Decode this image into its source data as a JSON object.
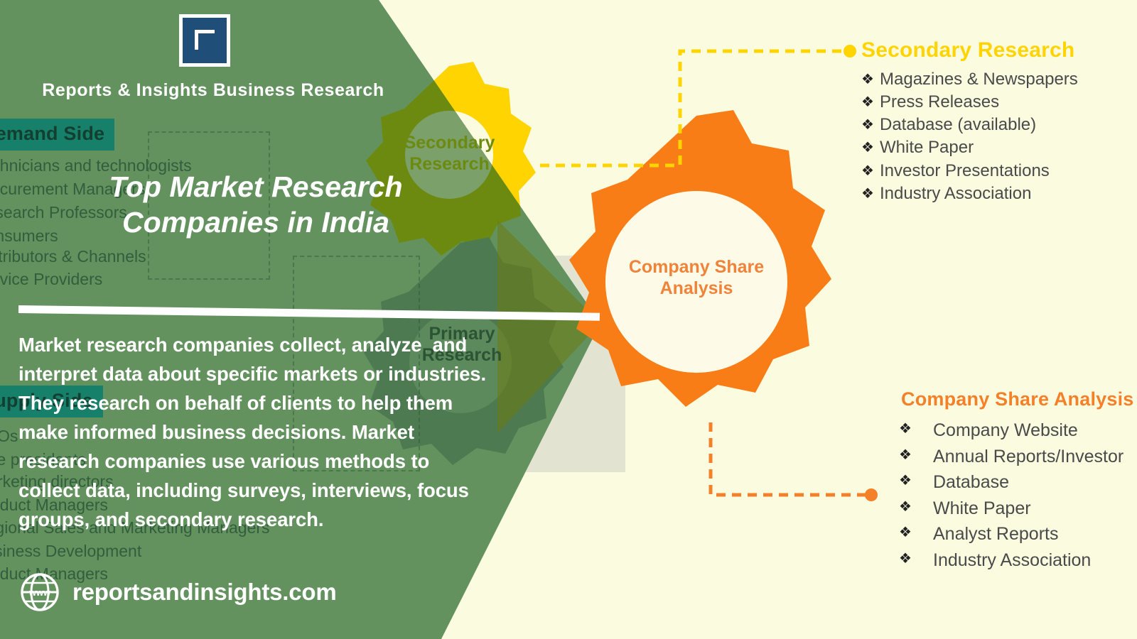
{
  "colors": {
    "canvas": "#fbfbe0",
    "green_panel": "#63925f",
    "green_dark_overlay": "#4f7a50",
    "teal_chip": "#17806b",
    "logo_blue": "#1f4e79",
    "gear_yellow": "#ffd400",
    "gear_olive": "#6d8a10",
    "gear_green": "#4d7a4f",
    "gear_orange": "#f97d16",
    "secondary_title": "#ffd400",
    "csa_title": "#f4802a",
    "csa_center_text": "#f0833a",
    "bullet_text": "#4a4a4a",
    "white": "#ffffff"
  },
  "brand": {
    "logo_icon": "nested-square-logo-icon",
    "name": "Reports & Insights Business Research"
  },
  "headline": "Top Market Research Companies in India",
  "body_copy": "Market research companies collect, analyze, and interpret data about specific markets or industries. They research on behalf of clients to help them make informed business decisions. Market research companies use various methods to collect data, including surveys, interviews, focus groups, and secondary research.",
  "footer": {
    "globe_icon": "globe-www-icon",
    "url": "reportsandinsights.com"
  },
  "gears": [
    {
      "id": "secondary",
      "label": "Secondary\nResearch",
      "line1": "Secondary",
      "line2": "Research",
      "color": "#ffd400"
    },
    {
      "id": "primary",
      "label": "Primary\nResearch",
      "line1": "Primary",
      "line2": "Research",
      "color": "#4d7a4f"
    },
    {
      "id": "company-share",
      "label": "Company Share\nAnalysis",
      "line1": "Company Share",
      "line2": "Analysis",
      "color": "#f97d16"
    }
  ],
  "gear_labels": {
    "secondary_line1": "Secondary",
    "secondary_line2": "Research",
    "primary_line1": "Primary",
    "primary_line2": "Research",
    "csa_line1": "Company Share",
    "csa_line2": "Analysis"
  },
  "panels": {
    "secondary_research": {
      "title": "Secondary Research",
      "bullet_glyph": "❖",
      "items": [
        "Magazines & Newspapers",
        "Press Releases",
        "Database (available)",
        "White Paper",
        "Investor Presentations",
        "Industry Association"
      ]
    },
    "company_share_analysis": {
      "title": "Company Share Analysis",
      "bullet_glyph": "❖",
      "items": [
        "Company Website",
        "Annual Reports/Investor",
        "Database",
        "White Paper",
        "Analyst Reports",
        "Industry Association"
      ]
    }
  },
  "background_lists": {
    "demand_side": {
      "title": "Demand Side",
      "items": [
        "Technicians and technologists",
        "Procurement Managers",
        "Research Professors",
        "Consumers",
        "Distributors & Channels",
        "Service Providers"
      ]
    },
    "supply_side": {
      "title": "Supply Side",
      "items": [
        "CEOs",
        "Vice presidents",
        "Marketing directors",
        "Product Managers",
        "Regional Sales and Marketing Managers",
        "Business Development",
        "Product Managers"
      ]
    }
  }
}
